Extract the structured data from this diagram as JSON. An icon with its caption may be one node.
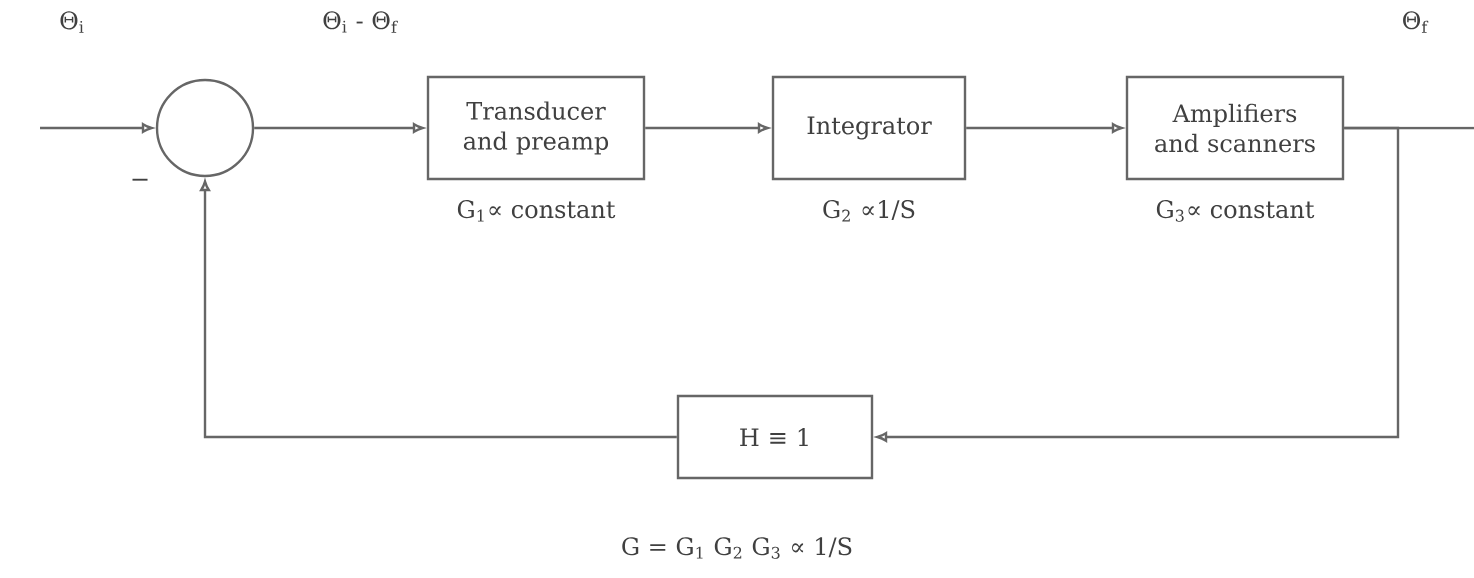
{
  "diagram": {
    "nodes": [
      {
        "text": [],
        "shape": "circle"
      },
      {
        "text": [
          "Transducer and preamp"
        ],
        "beside": [
          "G$_{1}$∝ constant"
        ]
      },
      {
        "text": [
          "Integrator"
        ],
        "beside": [
          "G$_{2}$ ∝1/S"
        ]
      },
      {
        "text": [
          "Amplifiers and scanners"
        ],
        "beside": [
          "G$_{3}$∝ constant"
        ]
      },
      {
        "text": [
          "H ≡ 1"
        ]
      }
    ],
    "edges": [
      {
        "from": null,
        "to": 0,
        "arrow": "to"
      },
      {
        "from": 0,
        "to": 1,
        "arrow": "to"
      },
      {
        "from": 1,
        "to": 2,
        "arrow": "to"
      },
      {
        "from": 2,
        "to": 3,
        "arrow": "to"
      },
      {
        "from": 3,
        "to": null,
        "arrow": "none"
      },
      {
        "from": 3,
        "to": 4,
        "arrow": "to"
      },
      {
        "from": 4,
        "to": 0,
        "arrow": "to"
      }
    ],
    "labels": [
      "Θ$_{i}$",
      "Θ$_{i}$ - Θ$_{f}$",
      "Θ$_{f}$",
      "−",
      "G = G$_{1}$ G$_{2}$ G$_{3}$ ∝ 1/S"
    ]
  }
}
